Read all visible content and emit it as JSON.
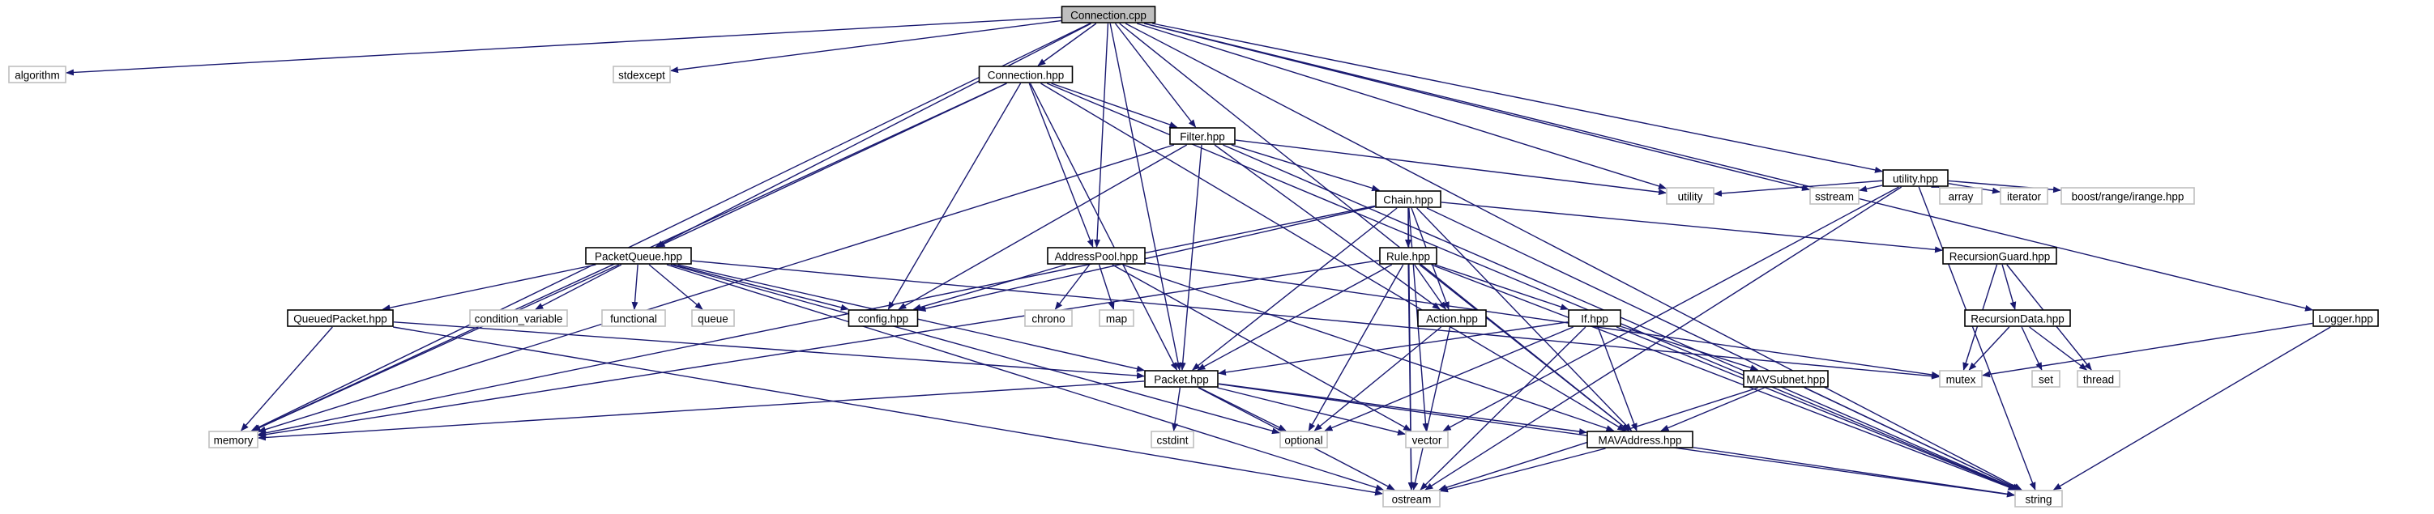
{
  "colors": {
    "edge": "#191970",
    "root_fill": "#bfbfbf",
    "box_stroke": "#000000",
    "external_stroke": "#bfbfbf",
    "text": "#000000"
  },
  "nodes": [
    {
      "id": "connection_cpp",
      "label": "Connection.cpp",
      "kind": "root"
    },
    {
      "id": "algorithm",
      "label": "algorithm",
      "kind": "external"
    },
    {
      "id": "stdexcept",
      "label": "stdexcept",
      "kind": "external"
    },
    {
      "id": "connection_hpp",
      "label": "Connection.hpp",
      "kind": "local"
    },
    {
      "id": "filter_hpp",
      "label": "Filter.hpp",
      "kind": "local"
    },
    {
      "id": "utility_hpp",
      "label": "utility.hpp",
      "kind": "local"
    },
    {
      "id": "utility",
      "label": "utility",
      "kind": "external"
    },
    {
      "id": "sstream",
      "label": "sstream",
      "kind": "external"
    },
    {
      "id": "array",
      "label": "array",
      "kind": "external"
    },
    {
      "id": "iterator",
      "label": "iterator",
      "kind": "external"
    },
    {
      "id": "irange",
      "label": "boost/range/irange.hpp",
      "kind": "external"
    },
    {
      "id": "chain_hpp",
      "label": "Chain.hpp",
      "kind": "local"
    },
    {
      "id": "packetqueue_hpp",
      "label": "PacketQueue.hpp",
      "kind": "local"
    },
    {
      "id": "addresspool_hpp",
      "label": "AddressPool.hpp",
      "kind": "local"
    },
    {
      "id": "rule_hpp",
      "label": "Rule.hpp",
      "kind": "local"
    },
    {
      "id": "recursionguard_hpp",
      "label": "RecursionGuard.hpp",
      "kind": "local"
    },
    {
      "id": "queuedpacket_hpp",
      "label": "QueuedPacket.hpp",
      "kind": "local"
    },
    {
      "id": "condition_variable",
      "label": "condition_variable",
      "kind": "external"
    },
    {
      "id": "functional",
      "label": "functional",
      "kind": "external"
    },
    {
      "id": "queue",
      "label": "queue",
      "kind": "external"
    },
    {
      "id": "config_hpp",
      "label": "config.hpp",
      "kind": "local"
    },
    {
      "id": "chrono",
      "label": "chrono",
      "kind": "external"
    },
    {
      "id": "map",
      "label": "map",
      "kind": "external"
    },
    {
      "id": "action_hpp",
      "label": "Action.hpp",
      "kind": "local"
    },
    {
      "id": "if_hpp",
      "label": "If.hpp",
      "kind": "local"
    },
    {
      "id": "recursiondata_hpp",
      "label": "RecursionData.hpp",
      "kind": "local"
    },
    {
      "id": "logger_hpp",
      "label": "Logger.hpp",
      "kind": "local"
    },
    {
      "id": "mutex",
      "label": "mutex",
      "kind": "external"
    },
    {
      "id": "set",
      "label": "set",
      "kind": "external"
    },
    {
      "id": "thread",
      "label": "thread",
      "kind": "external"
    },
    {
      "id": "packet_hpp",
      "label": "Packet.hpp",
      "kind": "local"
    },
    {
      "id": "mavsubnet_hpp",
      "label": "MAVSubnet.hpp",
      "kind": "local"
    },
    {
      "id": "memory",
      "label": "memory",
      "kind": "external"
    },
    {
      "id": "cstdint",
      "label": "cstdint",
      "kind": "external"
    },
    {
      "id": "optional",
      "label": "optional",
      "kind": "external"
    },
    {
      "id": "vector",
      "label": "vector",
      "kind": "external"
    },
    {
      "id": "mavaddress_hpp",
      "label": "MAVAddress.hpp",
      "kind": "local"
    },
    {
      "id": "ostream",
      "label": "ostream",
      "kind": "external"
    },
    {
      "id": "string",
      "label": "string",
      "kind": "external"
    }
  ],
  "edges": [
    [
      "connection_cpp",
      "algorithm"
    ],
    [
      "connection_cpp",
      "stdexcept"
    ],
    [
      "connection_cpp",
      "connection_hpp"
    ],
    [
      "connection_cpp",
      "filter_hpp"
    ],
    [
      "connection_cpp",
      "utility_hpp"
    ],
    [
      "connection_cpp",
      "utility"
    ],
    [
      "connection_cpp",
      "sstream"
    ],
    [
      "connection_cpp",
      "packetqueue_hpp"
    ],
    [
      "connection_cpp",
      "addresspool_hpp"
    ],
    [
      "connection_cpp",
      "packet_hpp"
    ],
    [
      "connection_cpp",
      "memory"
    ],
    [
      "connection_cpp",
      "mavaddress_hpp"
    ],
    [
      "connection_cpp",
      "logger_hpp"
    ],
    [
      "connection_cpp",
      "string"
    ],
    [
      "connection_hpp",
      "filter_hpp"
    ],
    [
      "connection_hpp",
      "packetqueue_hpp"
    ],
    [
      "connection_hpp",
      "addresspool_hpp"
    ],
    [
      "connection_hpp",
      "config_hpp"
    ],
    [
      "connection_hpp",
      "packet_hpp"
    ],
    [
      "connection_hpp",
      "memory"
    ],
    [
      "connection_hpp",
      "mavaddress_hpp"
    ],
    [
      "connection_hpp",
      "string"
    ],
    [
      "filter_hpp",
      "utility"
    ],
    [
      "filter_hpp",
      "chain_hpp"
    ],
    [
      "filter_hpp",
      "action_hpp"
    ],
    [
      "filter_hpp",
      "config_hpp"
    ],
    [
      "filter_hpp",
      "packet_hpp"
    ],
    [
      "filter_hpp",
      "memory"
    ],
    [
      "filter_hpp",
      "string"
    ],
    [
      "utility_hpp",
      "utility"
    ],
    [
      "utility_hpp",
      "sstream"
    ],
    [
      "utility_hpp",
      "array"
    ],
    [
      "utility_hpp",
      "iterator"
    ],
    [
      "utility_hpp",
      "irange"
    ],
    [
      "utility_hpp",
      "vector"
    ],
    [
      "utility_hpp",
      "ostream"
    ],
    [
      "utility_hpp",
      "string"
    ],
    [
      "chain_hpp",
      "rule_hpp"
    ],
    [
      "chain_hpp",
      "recursionguard_hpp"
    ],
    [
      "chain_hpp",
      "action_hpp"
    ],
    [
      "chain_hpp",
      "config_hpp"
    ],
    [
      "chain_hpp",
      "packet_hpp"
    ],
    [
      "chain_hpp",
      "memory"
    ],
    [
      "chain_hpp",
      "vector"
    ],
    [
      "chain_hpp",
      "mavaddress_hpp"
    ],
    [
      "chain_hpp",
      "ostream"
    ],
    [
      "chain_hpp",
      "string"
    ],
    [
      "packetqueue_hpp",
      "queuedpacket_hpp"
    ],
    [
      "packetqueue_hpp",
      "condition_variable"
    ],
    [
      "packetqueue_hpp",
      "functional"
    ],
    [
      "packetqueue_hpp",
      "queue"
    ],
    [
      "packetqueue_hpp",
      "config_hpp"
    ],
    [
      "packetqueue_hpp",
      "packet_hpp"
    ],
    [
      "packetqueue_hpp",
      "memory"
    ],
    [
      "packetqueue_hpp",
      "optional"
    ],
    [
      "packetqueue_hpp",
      "mutex"
    ],
    [
      "packetqueue_hpp",
      "ostream"
    ],
    [
      "addresspool_hpp",
      "chrono"
    ],
    [
      "addresspool_hpp",
      "map"
    ],
    [
      "addresspool_hpp",
      "config_hpp"
    ],
    [
      "addresspool_hpp",
      "mutex"
    ],
    [
      "addresspool_hpp",
      "vector"
    ],
    [
      "addresspool_hpp",
      "mavaddress_hpp"
    ],
    [
      "rule_hpp",
      "action_hpp"
    ],
    [
      "rule_hpp",
      "if_hpp"
    ],
    [
      "rule_hpp",
      "packet_hpp"
    ],
    [
      "rule_hpp",
      "memory"
    ],
    [
      "rule_hpp",
      "optional"
    ],
    [
      "rule_hpp",
      "ostream"
    ],
    [
      "rule_hpp",
      "string"
    ],
    [
      "rule_hpp",
      "mavaddress_hpp"
    ],
    [
      "recursionguard_hpp",
      "recursiondata_hpp"
    ],
    [
      "recursionguard_hpp",
      "mutex"
    ],
    [
      "recursionguard_hpp",
      "thread"
    ],
    [
      "recursiondata_hpp",
      "mutex"
    ],
    [
      "recursiondata_hpp",
      "set"
    ],
    [
      "recursiondata_hpp",
      "thread"
    ],
    [
      "queuedpacket_hpp",
      "packet_hpp"
    ],
    [
      "queuedpacket_hpp",
      "memory"
    ],
    [
      "queuedpacket_hpp",
      "ostream"
    ],
    [
      "action_hpp",
      "optional"
    ],
    [
      "action_hpp",
      "ostream"
    ],
    [
      "if_hpp",
      "mavsubnet_hpp"
    ],
    [
      "if_hpp",
      "mavaddress_hpp"
    ],
    [
      "if_hpp",
      "packet_hpp"
    ],
    [
      "if_hpp",
      "optional"
    ],
    [
      "if_hpp",
      "ostream"
    ],
    [
      "if_hpp",
      "string"
    ],
    [
      "logger_hpp",
      "mutex"
    ],
    [
      "logger_hpp",
      "string"
    ],
    [
      "packet_hpp",
      "memory"
    ],
    [
      "packet_hpp",
      "cstdint"
    ],
    [
      "packet_hpp",
      "optional"
    ],
    [
      "packet_hpp",
      "vector"
    ],
    [
      "packet_hpp",
      "mavaddress_hpp"
    ],
    [
      "packet_hpp",
      "ostream"
    ],
    [
      "packet_hpp",
      "string"
    ],
    [
      "mavsubnet_hpp",
      "mavaddress_hpp"
    ],
    [
      "mavsubnet_hpp",
      "ostream"
    ],
    [
      "mavsubnet_hpp",
      "string"
    ],
    [
      "mavaddress_hpp",
      "ostream"
    ],
    [
      "mavaddress_hpp",
      "string"
    ]
  ]
}
